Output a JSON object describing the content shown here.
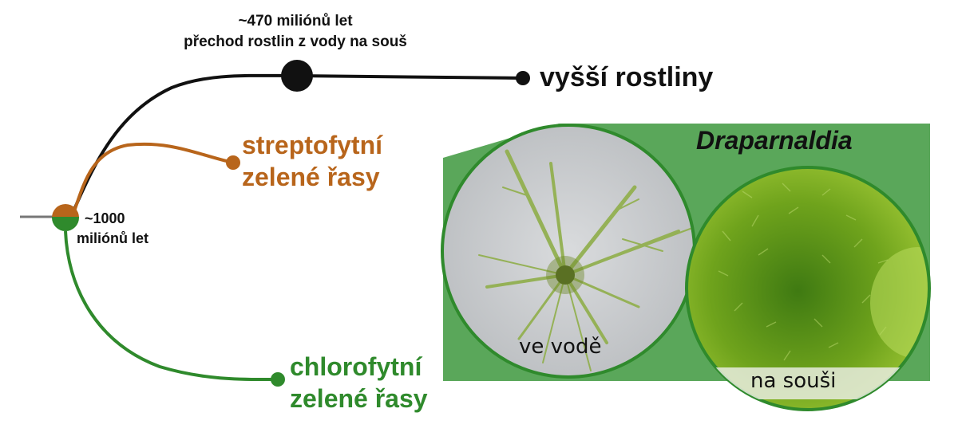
{
  "colors": {
    "upper_branch": "#111111",
    "streptophyte": "#b8651b",
    "chlorophyte": "#2f8a2c",
    "stem": "#777777",
    "panel": "#5aa75a"
  },
  "labels": {
    "event_line1": "~470 miliónů let",
    "event_line2": "přechod rostlin z vody na souš",
    "higher_plants": "vyšší rostliny",
    "streptophyte_line1": "streptofytní",
    "streptophyte_line2": "zelené řasy",
    "root_line1": "~1000",
    "root_line2": "miliónů let",
    "chlorophyte_line1": "chlorofytní",
    "chlorophyte_line2": "zelené řasy"
  },
  "panel": {
    "genus": "Draparnaldia",
    "left_caption": "ve vodě",
    "right_caption": "na souši"
  }
}
